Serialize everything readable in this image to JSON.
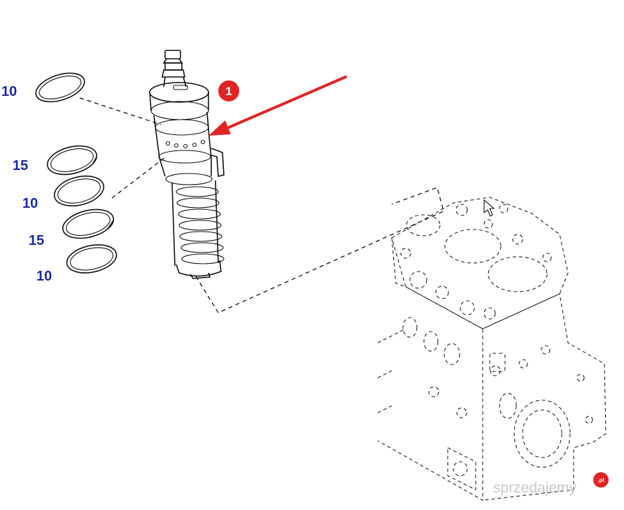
{
  "callouts": [
    {
      "label": "10"
    },
    {
      "label": "15"
    },
    {
      "label": "10"
    },
    {
      "label": "15"
    },
    {
      "label": "10"
    }
  ],
  "badge": {
    "number": "1",
    "color": "#e02424"
  },
  "arrow": {
    "color": "#e02424"
  },
  "callout_color": "#1a2aa8",
  "watermark": {
    "text": "sprzedajemy",
    "tld": ".pl"
  }
}
